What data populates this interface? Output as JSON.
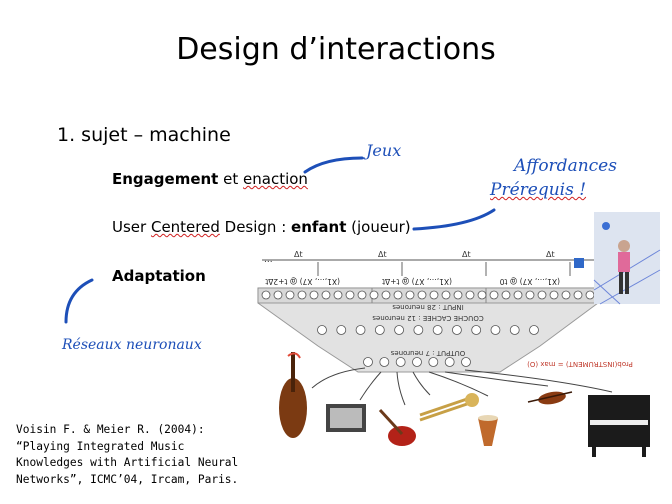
{
  "slide": {
    "title": "Design d’interactions",
    "item1": "1. sujet – machine",
    "engagement": {
      "bold": "Engagement",
      "rest1": " et ",
      "enaction": "enaction"
    },
    "ucd": {
      "part1": "User ",
      "centered": "Centered",
      "part2": " Design : ",
      "bold": "enfant",
      "part3": " (joueur)"
    },
    "adaptation": "Adaptation"
  },
  "annotations": {
    "jeux": "Jeux",
    "affordances": "Affordances",
    "prerequis": "Prérequis !",
    "reseaux": "Réseaux neuronaux"
  },
  "citation": {
    "line1": "Voisin F. & Meier R. (2004):",
    "line2": "“Playing Integrated Music",
    "line3": "Knowledges with Artificial Neural",
    "line4": "Networks”, ICMC’04, Ircam, Paris."
  },
  "network": {
    "input_label": "INPUT : 28 neurones",
    "hidden_label": "COUCHE CACHEE : 12 neurones",
    "output_label": "OUTPUT : 7 neurones",
    "prob_label": "Prob(INSTRUMENT) = max (O)",
    "delta": "Δt",
    "ellipsis": "...",
    "time_labels": [
      "(X1,…, X7) @ t+2Δt",
      "(X1,…, X7) @ t+Δt",
      "(X1,…, X7) @ t0"
    ]
  },
  "colors": {
    "annotation": "#1d4fb8",
    "spellcheck": "#d02020"
  }
}
